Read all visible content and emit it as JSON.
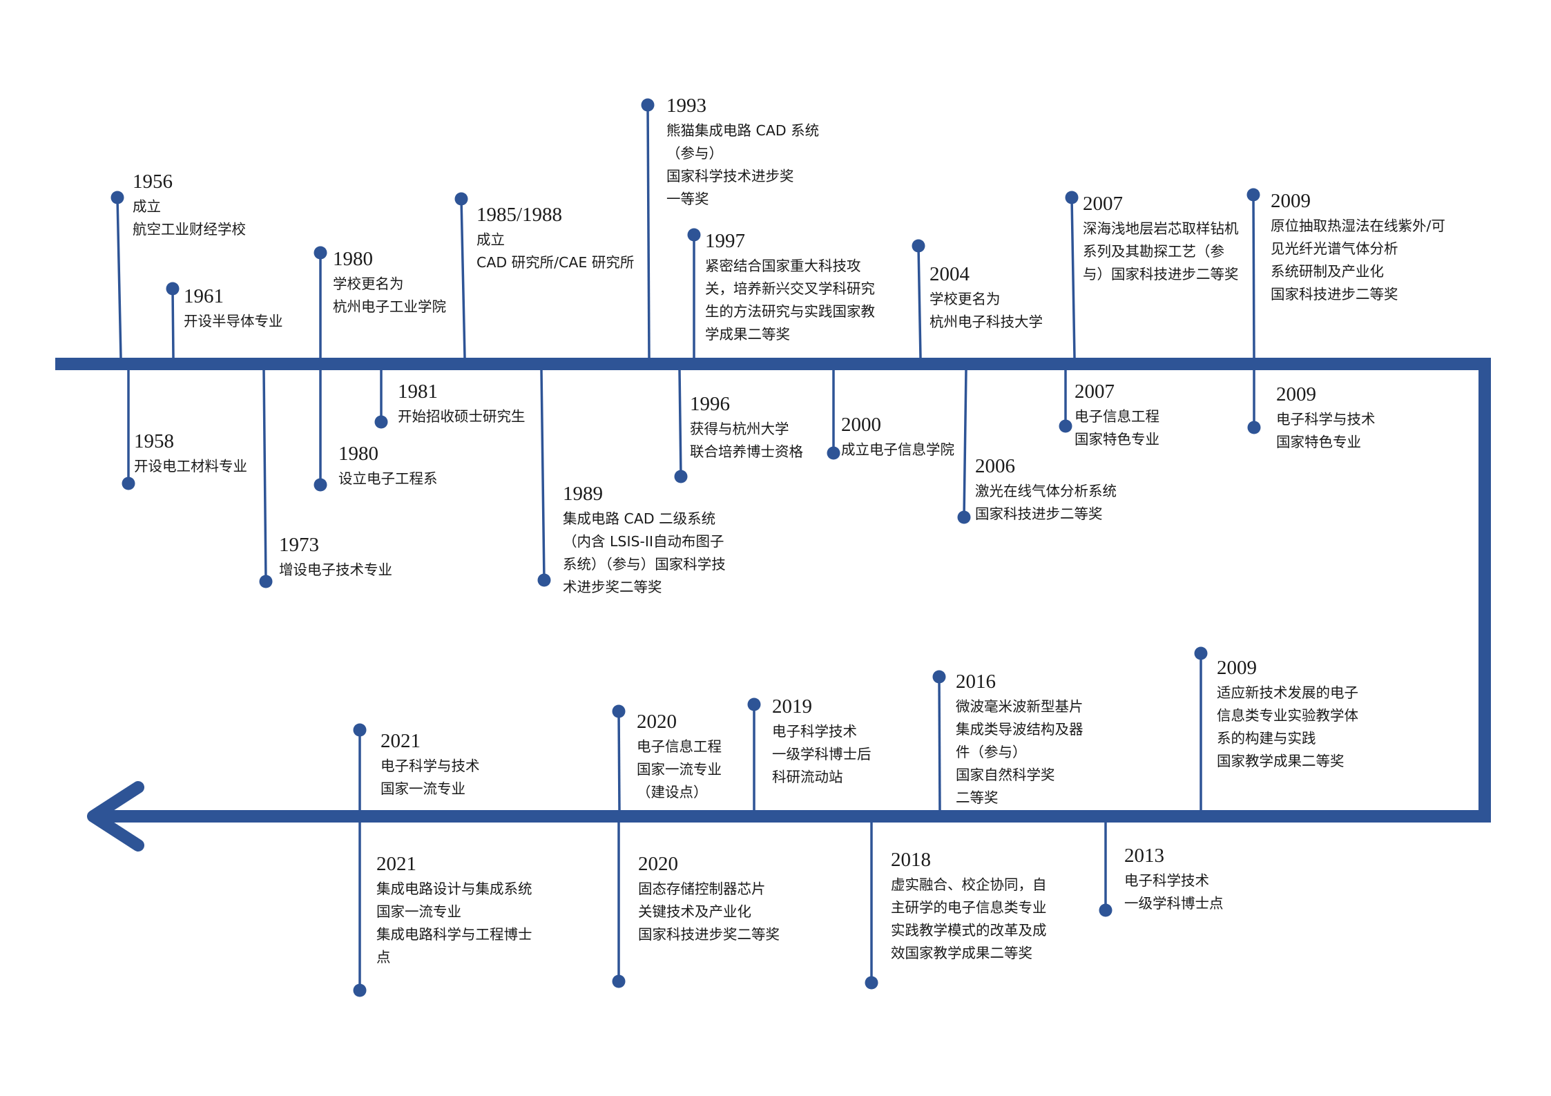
{
  "theme": {
    "line_color": "#2E5496",
    "text_color": "#1a1a1a"
  },
  "events": [
    {
      "year": "1956",
      "lines": [
        "成立",
        "航空工业财经学校"
      ]
    },
    {
      "year": "1958",
      "lines": [
        "开设电工材料专业"
      ]
    },
    {
      "year": "1961",
      "lines": [
        "开设半导体专业"
      ]
    },
    {
      "year": "1973",
      "lines": [
        "增设电子技术专业"
      ]
    },
    {
      "year": "1980",
      "lines": [
        "学校更名为",
        "杭州电子工业学院"
      ]
    },
    {
      "year": "1980",
      "lines": [
        "设立电子工程系"
      ]
    },
    {
      "year": "1981",
      "lines": [
        "开始招收硕士研究生"
      ]
    },
    {
      "year": "1985/1988",
      "lines": [
        "成立",
        "CAD 研究所/CAE 研究所"
      ]
    },
    {
      "year": "1989",
      "lines": [
        "集成电路 CAD 二级系统",
        "（内含 LSIS-II自动布图子",
        "系统）（参与）国家科学技",
        "术进步奖二等奖"
      ]
    },
    {
      "year": "1993",
      "lines": [
        "熊猫集成电路 CAD 系统",
        "（参与）",
        "国家科学技术进步奖",
        "一等奖"
      ]
    },
    {
      "year": "1996",
      "lines": [
        "获得与杭州大学",
        "联合培养博士资格"
      ]
    },
    {
      "year": "1997",
      "lines": [
        "紧密结合国家重大科技攻",
        "关，培养新兴交叉学科研究",
        "生的方法研究与实践国家教",
        "学成果二等奖"
      ]
    },
    {
      "year": "2000",
      "lines": [
        "成立电子信息学院"
      ]
    },
    {
      "year": "2004",
      "lines": [
        "学校更名为",
        "杭州电子科技大学"
      ]
    },
    {
      "year": "2006",
      "lines": [
        "激光在线气体分析系统",
        "国家科技进步二等奖"
      ]
    },
    {
      "year": "2007",
      "lines": [
        "深海浅地层岩芯取样钻机",
        "系列及其勘探工艺（参",
        "与）国家科技进步二等奖"
      ]
    },
    {
      "year": "2007",
      "lines": [
        "电子信息工程",
        "国家特色专业"
      ]
    },
    {
      "year": "2009",
      "lines": [
        "原位抽取热湿法在线紫外/可",
        "见光纤光谱气体分析",
        "系统研制及产业化",
        "国家科技进步二等奖"
      ]
    },
    {
      "year": "2009",
      "lines": [
        "电子科学与技术",
        "国家特色专业"
      ]
    },
    {
      "year": "2009",
      "lines": [
        "适应新技术发展的电子",
        "信息类专业实验教学体",
        "系的构建与实践",
        "国家教学成果二等奖"
      ]
    },
    {
      "year": "2013",
      "lines": [
        "电子科学技术",
        "一级学科博士点"
      ]
    },
    {
      "year": "2016",
      "lines": [
        "微波毫米波新型基片",
        "集成类导波结构及器",
        "件（参与）",
        "国家自然科学奖",
        "二等奖"
      ]
    },
    {
      "year": "2018",
      "lines": [
        "虚实融合、校企协同，自",
        "主研学的电子信息类专业",
        "实践教学模式的改革及成",
        "效国家教学成果二等奖"
      ]
    },
    {
      "year": "2019",
      "lines": [
        "电子科学技术",
        "一级学科博士后",
        "科研流动站"
      ]
    },
    {
      "year": "2020",
      "lines": [
        "电子信息工程",
        "国家一流专业",
        "（建设点）"
      ]
    },
    {
      "year": "2020",
      "lines": [
        "固态存储控制器芯片",
        "关键技术及产业化",
        "国家科技进步奖二等奖"
      ]
    },
    {
      "year": "2021",
      "lines": [
        "电子科学与技术",
        "国家一流专业"
      ]
    },
    {
      "year": "2021",
      "lines": [
        "集成电路设计与集成系统",
        "国家一流专业",
        "集成电路科学与工程博士",
        "点"
      ]
    }
  ]
}
